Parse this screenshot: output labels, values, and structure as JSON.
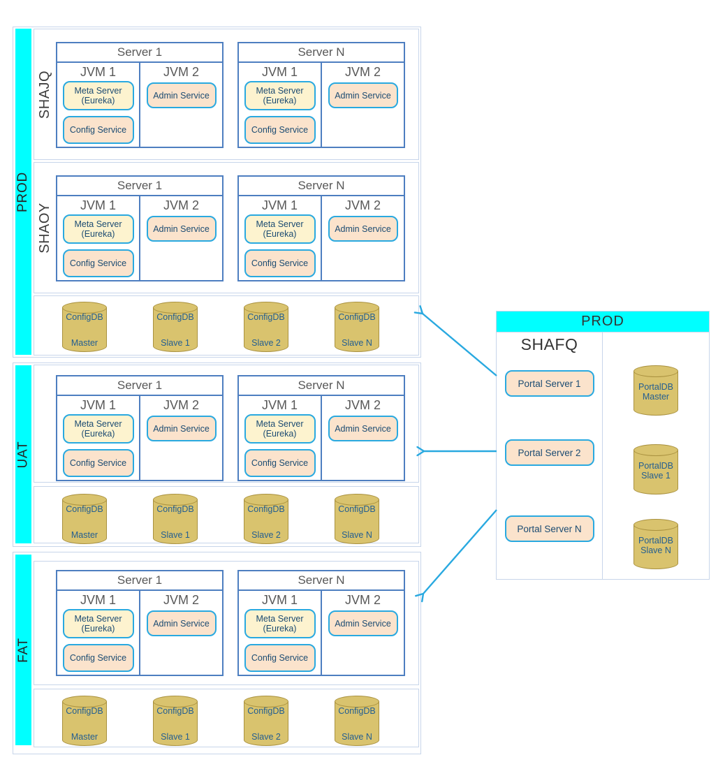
{
  "envs": {
    "prod": {
      "label": "PROD",
      "clusters": [
        {
          "label": "SHAJQ"
        },
        {
          "label": "SHAOY"
        }
      ]
    },
    "uat": {
      "label": "UAT"
    },
    "fat": {
      "label": "FAT"
    }
  },
  "servers": [
    {
      "title": "Server 1",
      "jvm1": "JVM 1",
      "jvm2": "JVM 2",
      "meta": "Meta Server (Eureka)",
      "config": "Config Service",
      "admin": "Admin Service"
    },
    {
      "title": "Server N",
      "jvm1": "JVM 1",
      "jvm2": "JVM 2",
      "meta": "Meta Server (Eureka)",
      "config": "Config Service",
      "admin": "Admin Service"
    }
  ],
  "configdbs": [
    {
      "name": "ConfigDB",
      "role": "Master"
    },
    {
      "name": "ConfigDB",
      "role": "Slave 1"
    },
    {
      "name": "ConfigDB",
      "role": "Slave 2"
    },
    {
      "name": "ConfigDB",
      "role": "Slave N"
    }
  ],
  "portal": {
    "header": "PROD",
    "group": "SHAFQ",
    "servers": [
      {
        "label": "Portal Server 1"
      },
      {
        "label": "Portal Server 2"
      },
      {
        "label": "Portal Server N"
      }
    ],
    "dbs": [
      {
        "name": "PortalDB",
        "role": "Master"
      },
      {
        "name": "PortalDB",
        "role": "Slave 1"
      },
      {
        "name": "PortalDB",
        "role": "Slave N"
      }
    ]
  },
  "connections": [
    {
      "from": "portal-prod-box",
      "to": "env-prod"
    },
    {
      "from": "portal-prod-box",
      "to": "env-uat"
    },
    {
      "from": "portal-prod-box",
      "to": "env-fat"
    }
  ],
  "icons": {
    "database": "cylinder-shape",
    "arrow": "open-v-arrowhead"
  },
  "colors": {
    "highlight_cyan": "#00ffff",
    "section_border": "#c7d5ea",
    "server_border": "#4d7ec0",
    "node_border": "#29a9e0",
    "node_fill_yellow": "#fdf3cf",
    "node_fill_peach": "#fbe3cc",
    "cylinder_fill": "#d9c36e",
    "cylinder_stroke": "#a9913f",
    "node_text": "#1b4b72",
    "arrow_blue": "#29a9e0"
  }
}
